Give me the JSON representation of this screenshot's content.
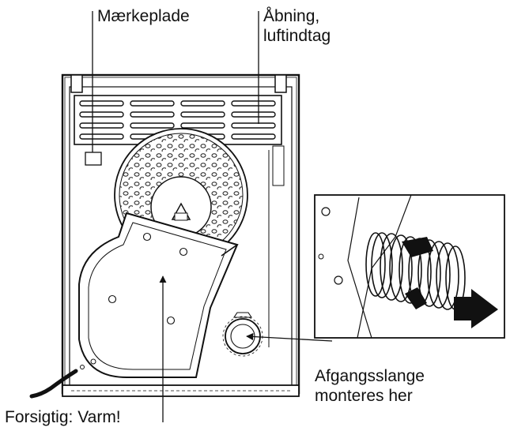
{
  "labels": {
    "rating_plate": "Mærkeplade",
    "air_inlet_line1": "Åbning,",
    "air_inlet_line2": "luftindtag",
    "exhaust_hose_line1": "Afgangsslange",
    "exhaust_hose_line2": "monteres her",
    "caution_hot": "Forsigtig: Varm!"
  },
  "icons": [
    "dryer-back-panel",
    "vent-grille",
    "filter-grid",
    "exhaust-port",
    "hose-detail-inset",
    "arrow-right-icon"
  ]
}
